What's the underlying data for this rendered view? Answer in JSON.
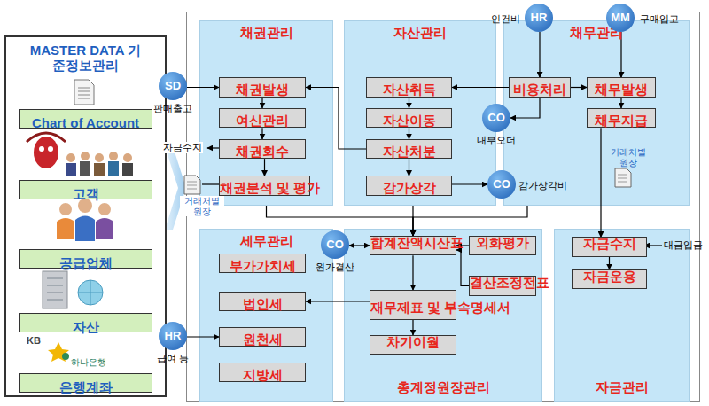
{
  "diagram": {
    "nodes": [
      {
        "text": [
          "MASTER DATA 기준정보관리"
        ]
      },
      {
        "text": [
          "Chart of Account"
        ],
        "in": 0
      },
      {
        "text": [
          "고객"
        ],
        "in": 0
      },
      {
        "text": [
          "공급업체"
        ],
        "in": 0
      },
      {
        "text": [
          "자산"
        ],
        "in": 0
      },
      {
        "text": [
          "은행계좌"
        ],
        "in": 0
      },
      {
        "text": [
          "채권관리"
        ]
      },
      {
        "text": [
          "채권발생"
        ],
        "in": 6
      },
      {
        "text": [
          "여신관리"
        ],
        "in": 6
      },
      {
        "text": [
          "채권회수"
        ],
        "in": 6
      },
      {
        "text": [
          "채권분석 및 평가"
        ],
        "in": 6
      },
      {
        "text": [
          "자산관리"
        ]
      },
      {
        "text": [
          "자산취득"
        ],
        "in": 11
      },
      {
        "text": [
          "자산이동"
        ],
        "in": 11
      },
      {
        "text": [
          "자산처분"
        ],
        "in": 11
      },
      {
        "text": [
          "감가상각"
        ],
        "in": 11
      },
      {
        "text": [
          "채무관리"
        ]
      },
      {
        "text": [
          "비용처리"
        ],
        "in": 16
      },
      {
        "text": [
          "채무발생"
        ],
        "in": 16
      },
      {
        "text": [
          "채무지급"
        ],
        "in": 16
      },
      {
        "text": [
          "세무관리"
        ]
      },
      {
        "text": [
          "부가가치세"
        ],
        "in": 20
      },
      {
        "text": [
          "법인세"
        ],
        "in": 20
      },
      {
        "text": [
          "원천세"
        ],
        "in": 20
      },
      {
        "text": [
          "지방세"
        ],
        "in": 20
      },
      {
        "text": [
          "총계정원장관리"
        ]
      },
      {
        "text": [
          "합계잔액시산표"
        ],
        "in": 25
      },
      {
        "text": [
          "외화평가"
        ],
        "in": 25
      },
      {
        "text": [
          "결산조정전표"
        ],
        "in": 25
      },
      {
        "text": [
          "재무제표 및 부속명세서"
        ],
        "in": 25
      },
      {
        "text": [
          "차기이월"
        ],
        "in": 25
      },
      {
        "text": [
          "자금관리"
        ]
      },
      {
        "text": [
          "자금수지"
        ],
        "in": 31
      },
      {
        "text": [
          "자금운용"
        ],
        "in": 31
      },
      {
        "text": [
          "SD",
          "판매출고"
        ]
      },
      {
        "text": [
          "HR",
          "인건비"
        ]
      },
      {
        "text": [
          "MM",
          "구매입고"
        ]
      },
      {
        "text": [
          "CO",
          "내부오더"
        ]
      },
      {
        "text": [
          "CO",
          "감가상각비"
        ]
      },
      {
        "text": [
          "CO",
          "원가결산"
        ]
      },
      {
        "text": [
          "HR",
          "급여 등"
        ]
      }
    ],
    "edges": [
      {
        "from": 34,
        "to": 7,
        "arrow": "to"
      },
      {
        "from": 7,
        "to": 8,
        "arrow": "to"
      },
      {
        "from": 8,
        "to": 9,
        "arrow": "to"
      },
      {
        "from": 9,
        "to": 10,
        "arrow": "to"
      },
      {
        "from": 14,
        "to": 7,
        "arrow": "to"
      },
      {
        "from": 12,
        "to": 13,
        "arrow": "to"
      },
      {
        "from": 13,
        "to": 14,
        "arrow": "to"
      },
      {
        "from": 14,
        "to": 15,
        "arrow": "to"
      },
      {
        "from": 15,
        "to": 38,
        "arrow": "to"
      },
      {
        "from": 35,
        "to": 17,
        "arrow": "to"
      },
      {
        "from": 36,
        "to": 18,
        "arrow": "to"
      },
      {
        "from": 17,
        "to": 18,
        "arrow": "to"
      },
      {
        "from": 17,
        "to": 12,
        "arrow": "to"
      },
      {
        "from": 17,
        "to": 37,
        "arrow": "to"
      },
      {
        "from": 18,
        "to": 19,
        "arrow": "to"
      },
      {
        "from": 19,
        "to": 32,
        "arrow": "to"
      },
      {
        "from": 6,
        "to": 26,
        "arrow": "to"
      },
      {
        "from": 11,
        "to": 26,
        "arrow": "to"
      },
      {
        "from": 16,
        "to": 26,
        "arrow": "to"
      },
      {
        "from": 39,
        "to": 26,
        "arrow": "both"
      },
      {
        "from": 27,
        "to": 26,
        "arrow": "to"
      },
      {
        "from": 28,
        "to": 26,
        "arrow": "to"
      },
      {
        "from": 26,
        "to": 29,
        "arrow": "to"
      },
      {
        "from": 29,
        "to": 30,
        "arrow": "to"
      },
      {
        "from": 29,
        "to": 22,
        "arrow": "to"
      },
      {
        "from": 40,
        "to": 23,
        "arrow": "to"
      },
      {
        "from": 32,
        "to": 33,
        "arrow": "to"
      }
    ],
    "labels": [
      "자금수지",
      "거래처별 원장",
      "거래처별 원장",
      "대금입금",
      "KB",
      "하나은행"
    ]
  }
}
